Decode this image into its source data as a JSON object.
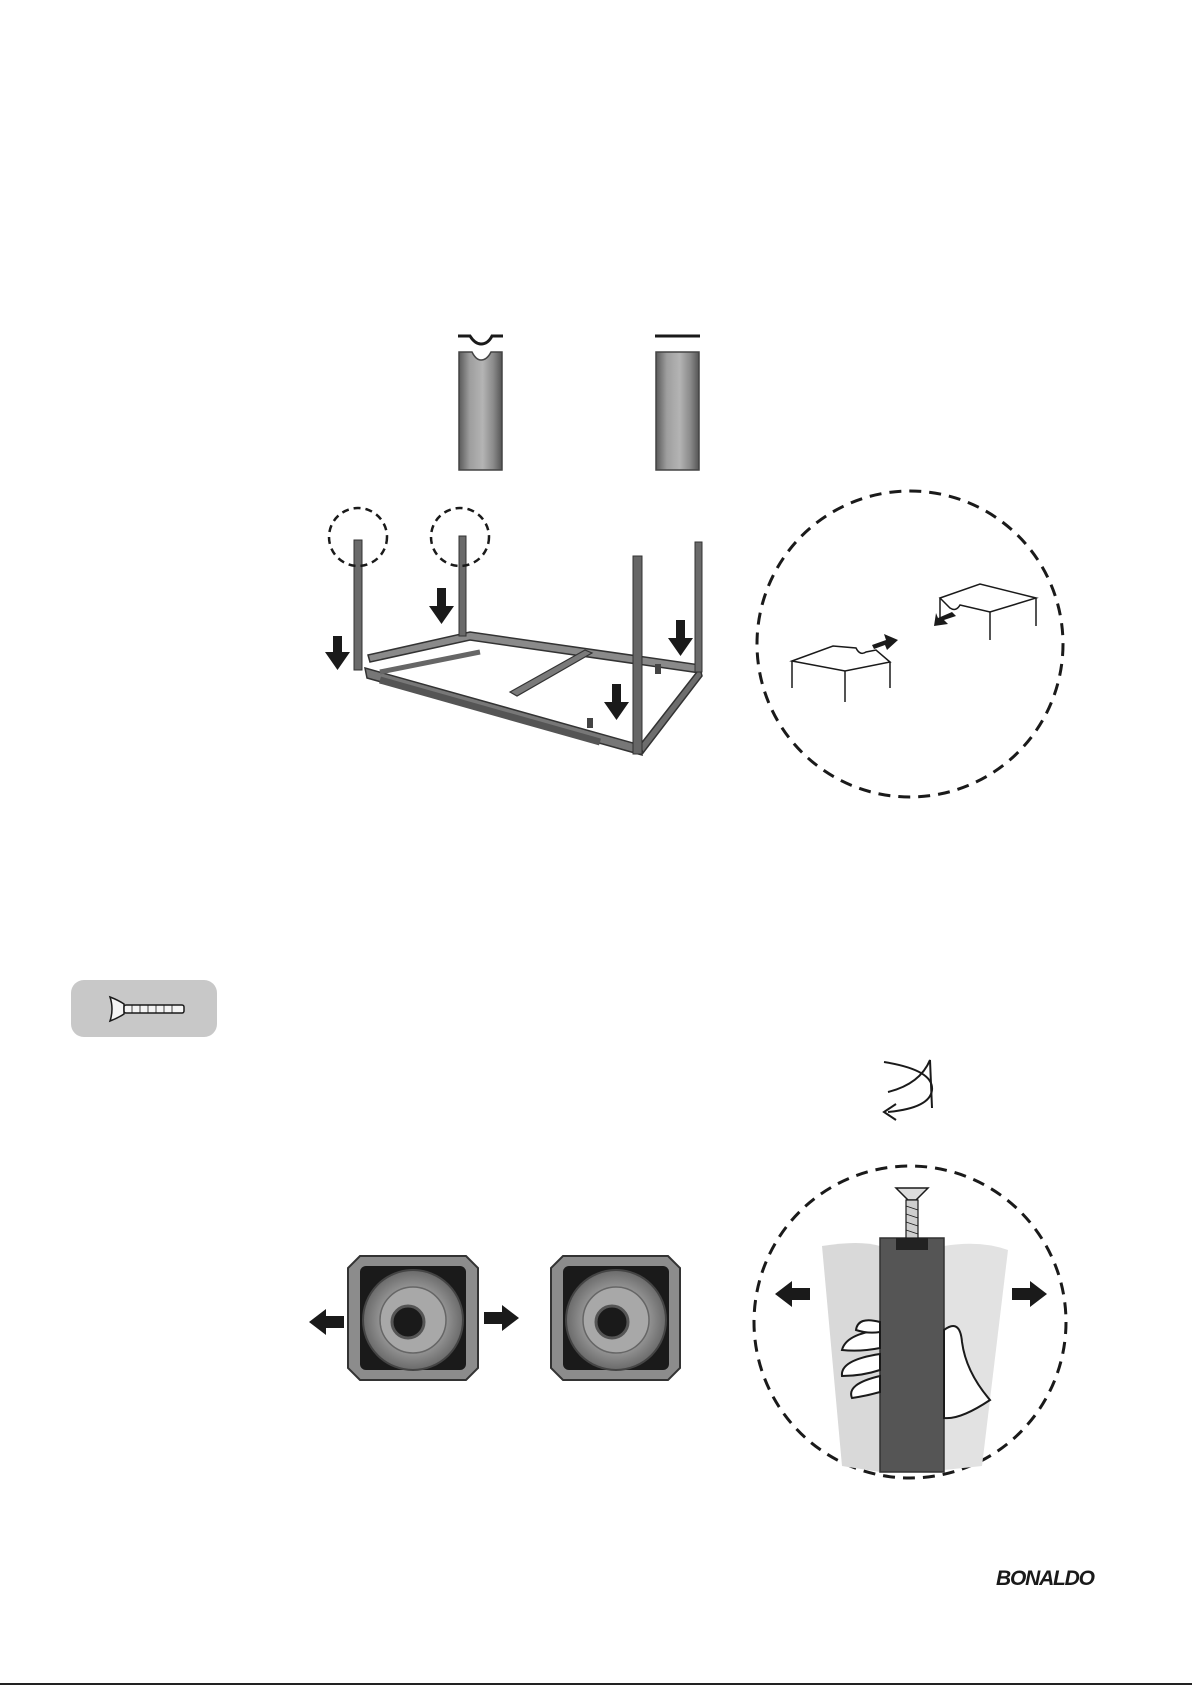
{
  "brand": {
    "name": "BONALDO"
  },
  "steps": [
    {
      "name": "leg-insertion",
      "panels": [
        "leg-profiles",
        "frame-with-legs",
        "detail-corner-notches"
      ]
    },
    {
      "name": "leg-fastening",
      "hardware": "countersunk-screw",
      "panels": [
        "leg-bottom-views",
        "detail-screw-tightening"
      ]
    }
  ],
  "colors": {
    "ink": "#1a1a1a",
    "steel": "#6f6f6f",
    "steel_light": "#9a9a9a",
    "hardware_badge": "#c8c8c8",
    "leg_shell": "#d9d9d9"
  },
  "icons": [
    "down-arrow-icon",
    "left-arrow-icon",
    "right-arrow-icon",
    "rotate-arrow-icon",
    "screw-icon",
    "hand-icon"
  ]
}
